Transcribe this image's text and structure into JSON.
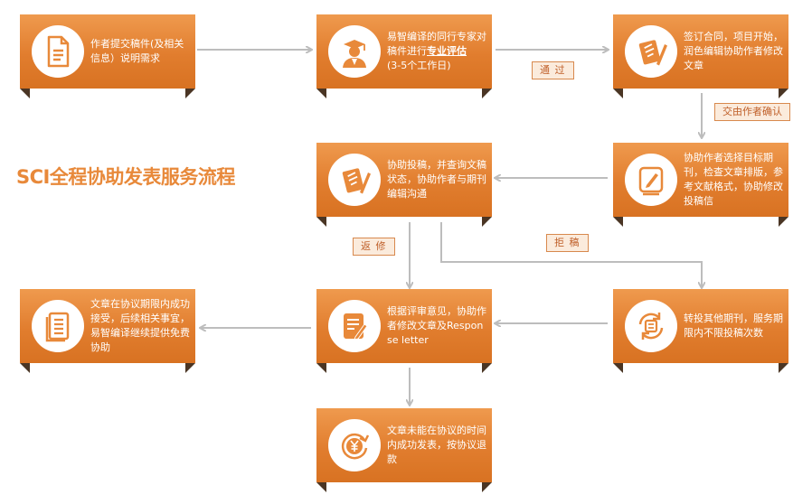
{
  "title": "SCI全程协助发表服务流程",
  "steps": {
    "submit": "作者提交稿件(及相关信息）说明需求",
    "evaluate_pre": "易智编译的同行专家对稿件进行",
    "evaluate_strong": "专业评估",
    "evaluate_post": "(3-5个工作日)",
    "contract": "签订合同，项目开始，润色编辑协助作者修改文章",
    "journal_select": "协助作者选择目标期刊，检查文章排版，参考文献格式，协助修改投稿信",
    "submission": "协助投稿，并查询文稿状态，协助作者与期刊编辑沟通",
    "accepted": "文章在协议期限内成功接受，后续相关事宜，易智编译继续提供免费协助",
    "revise": "根据评审意见，协助作者修改文章及Response letter",
    "resubmit": "转投其他期刊，服务期限内不限投稿次数",
    "refund": "文章未能在协议的时间内成功发表，按协议退款"
  },
  "labels": {
    "pass": "通 过",
    "confirm": "交由作者确认",
    "return_revise": "返 修",
    "reject": "拒 稿"
  },
  "colors": {
    "box": "#e8893a",
    "arrow": "#bdbdbd",
    "shadow": "#4a3524",
    "title": "#e8893a"
  }
}
